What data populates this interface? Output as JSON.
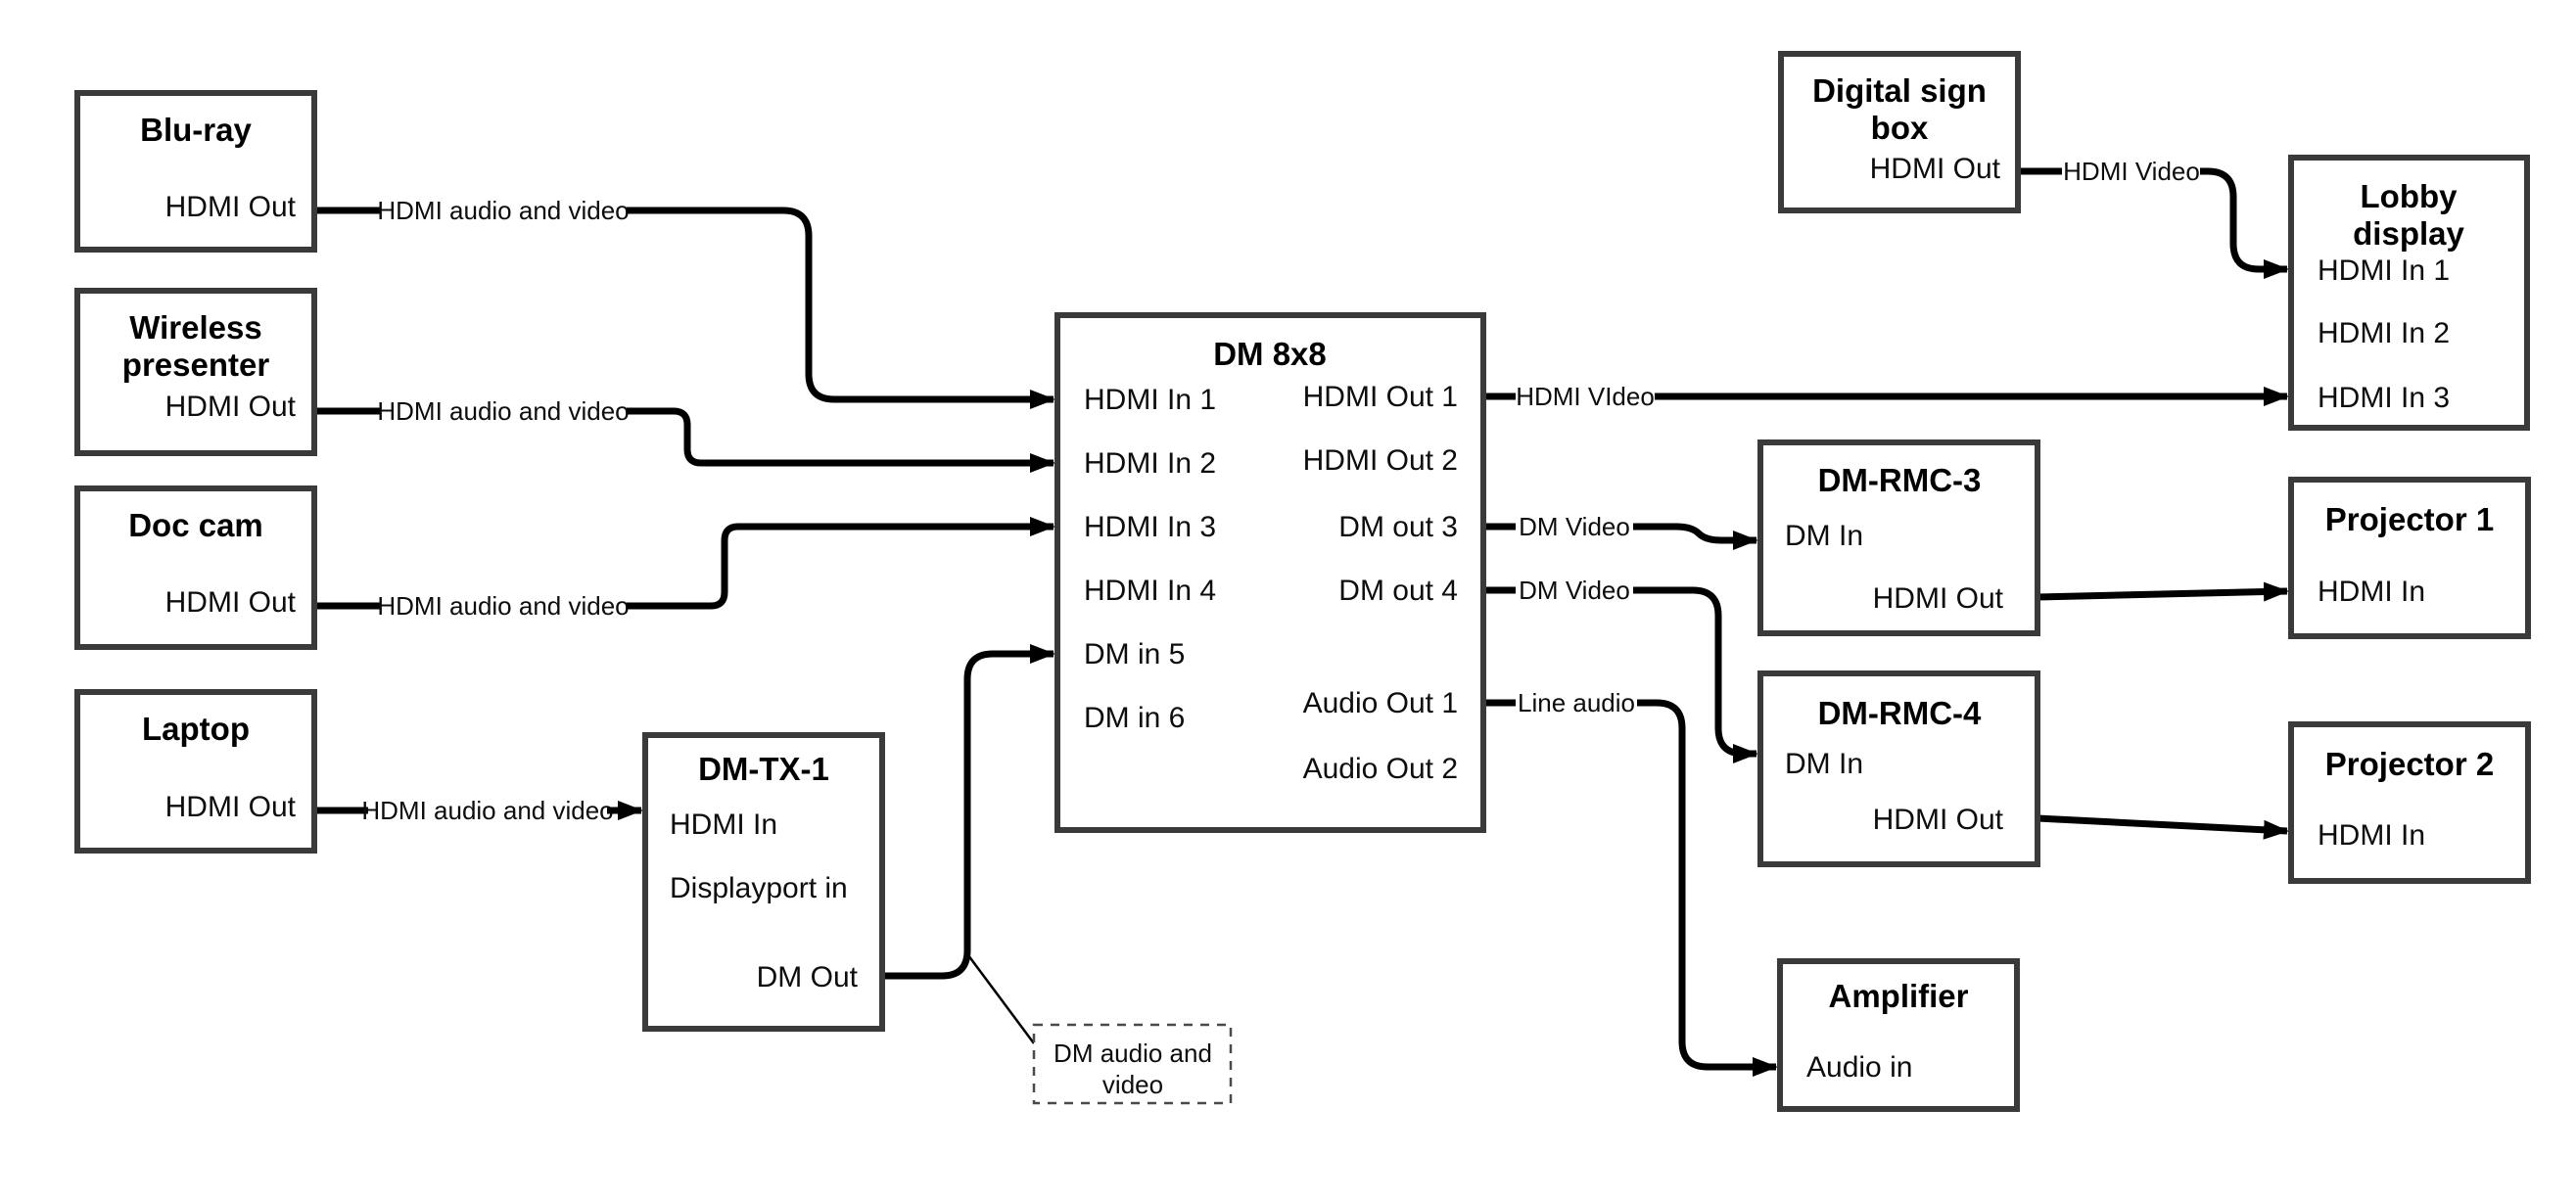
{
  "colors": {
    "wire": "#000000",
    "box_border": "#3a3a3a",
    "text": "#000000",
    "background": "#ffffff"
  },
  "nodes": {
    "blu_ray": {
      "title": "Blu-ray",
      "port_out": "HDMI Out"
    },
    "wireless_presenter": {
      "title_line1": "Wireless",
      "title_line2": "presenter",
      "port_out": "HDMI Out"
    },
    "doc_cam": {
      "title": "Doc cam",
      "port_out": "HDMI Out"
    },
    "laptop": {
      "title": "Laptop",
      "port_out": "HDMI Out"
    },
    "dm_tx_1": {
      "title": "DM-TX-1",
      "port_hdmi_in": "HDMI In",
      "port_displayport_in": "Displayport in",
      "port_dm_out": "DM Out"
    },
    "dm_8x8": {
      "title": "DM 8x8",
      "inputs": [
        "HDMI In 1",
        "HDMI In 2",
        "HDMI In 3",
        "HDMI In 4",
        "DM in 5",
        "DM in 6"
      ],
      "outputs": [
        "HDMI Out 1",
        "HDMI Out 2",
        "DM out 3",
        "DM out 4",
        "Audio Out 1",
        "Audio Out 2"
      ]
    },
    "digital_sign_box": {
      "title_line1": "Digital sign",
      "title_line2": "box",
      "port_out": "HDMI Out"
    },
    "lobby_display": {
      "title_line1": "Lobby",
      "title_line2": "display",
      "inputs": [
        "HDMI In 1",
        "HDMI In 2",
        "HDMI In 3"
      ]
    },
    "dm_rmc_3": {
      "title": "DM-RMC-3",
      "port_in": "DM In",
      "port_out": "HDMI Out"
    },
    "projector_1": {
      "title": "Projector 1",
      "port_in": "HDMI In"
    },
    "dm_rmc_4": {
      "title": "DM-RMC-4",
      "port_in": "DM In",
      "port_out": "HDMI Out"
    },
    "projector_2": {
      "title": "Projector 2",
      "port_in": "HDMI In"
    },
    "amplifier": {
      "title": "Amplifier",
      "port_in": "Audio in"
    }
  },
  "edges": {
    "blu_ray_to_dm8x8_in1": {
      "label": "HDMI audio and video"
    },
    "wireless_to_dm8x8_in2": {
      "label": "HDMI audio and video"
    },
    "doc_cam_to_dm8x8_in3": {
      "label": "HDMI audio and video"
    },
    "laptop_to_dm_tx1": {
      "label": "HDMI audio and video"
    },
    "dm8x8_out1_to_lobby_in3": {
      "label": "HDMI VIdeo"
    },
    "digital_sign_to_lobby_in1": {
      "label": "HDMI Video"
    },
    "dm8x8_out3_to_rmc3": {
      "label": "DM Video"
    },
    "dm8x8_out4_to_rmc4": {
      "label": "DM Video"
    },
    "dm8x8_audio1_to_amplifier": {
      "label": "Line audio"
    }
  },
  "callout": {
    "text_line1": "DM audio and",
    "text_line2": "video"
  }
}
